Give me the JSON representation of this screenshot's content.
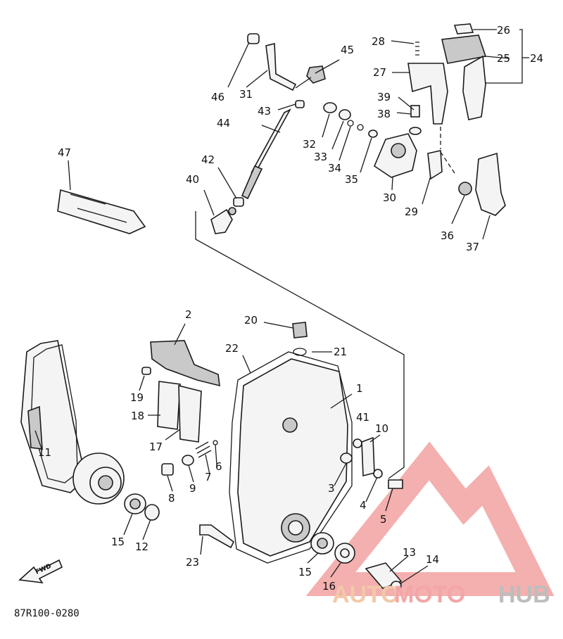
{
  "diagram": {
    "code": "87R100-0280",
    "fwd_label": "FWD",
    "labels": [
      "1",
      "2",
      "3",
      "4",
      "5",
      "6",
      "7",
      "8",
      "9",
      "10",
      "11",
      "12",
      "13",
      "14",
      "15",
      "15",
      "16",
      "17",
      "18",
      "19",
      "20",
      "21",
      "22",
      "23",
      "24",
      "25",
      "26",
      "27",
      "28",
      "29",
      "30",
      "31",
      "32",
      "33",
      "34",
      "35",
      "36",
      "37",
      "38",
      "39",
      "40",
      "41",
      "42",
      "43",
      "44",
      "45",
      "46",
      "47"
    ]
  },
  "watermark": {
    "auto": "AUTO",
    "moto": "MOTO",
    "hub": "HUB"
  },
  "colors": {
    "line": "#1a1a1a",
    "watermark_red": "#f3a6a6",
    "watermark_orange": "#f2c9a8",
    "watermark_gray": "#bdbdbd"
  }
}
